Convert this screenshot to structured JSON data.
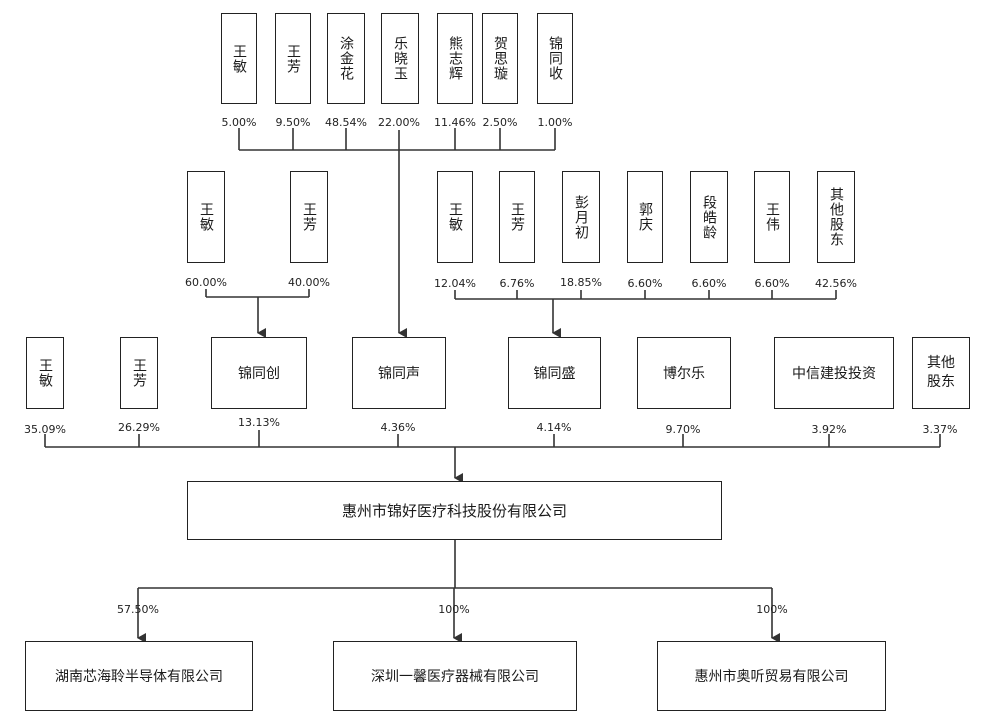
{
  "top_shareholders": [
    {
      "name": "王敏",
      "pct": "5.00%"
    },
    {
      "name": "王芳",
      "pct": "9.50%"
    },
    {
      "name": "涂金花",
      "pct": "48.54%"
    },
    {
      "name": "乐晓玉",
      "pct": "22.00%"
    },
    {
      "name": "熊志辉",
      "pct": "11.46%"
    },
    {
      "name": "贺思璇",
      "pct": "2.50%"
    },
    {
      "name": "锦同收",
      "pct": "1.00%"
    }
  ],
  "chuang_holders": [
    {
      "name": "王敏",
      "pct": "60.00%"
    },
    {
      "name": "王芳",
      "pct": "40.00%"
    }
  ],
  "sheng_holders": [
    {
      "name": "王敏",
      "pct": "12.04%"
    },
    {
      "name": "王芳",
      "pct": "6.76%"
    },
    {
      "name": "彭月初",
      "pct": "18.85%"
    },
    {
      "name": "郭庆",
      "pct": "6.60%"
    },
    {
      "name": "段皓龄",
      "pct": "6.60%"
    },
    {
      "name": "王伟",
      "pct": "6.60%"
    },
    {
      "name": "其他股东",
      "pct": "42.56%"
    }
  ],
  "direct_shareholders": [
    {
      "name": "王敏",
      "pct": "35.09%"
    },
    {
      "name": "王芳",
      "pct": "26.29%"
    },
    {
      "name": "锦同创",
      "pct": "13.13%"
    },
    {
      "name": "锦同声",
      "pct": "4.36%"
    },
    {
      "name": "锦同盛",
      "pct": "4.14%"
    },
    {
      "name": "博尔乐",
      "pct": "9.70%"
    },
    {
      "name": "中信建投投资",
      "pct": "3.92%"
    },
    {
      "name": "其他股东",
      "pct": "3.37%"
    }
  ],
  "company": {
    "name": "惠州市锦好医疗科技股份有限公司"
  },
  "subsidiaries": [
    {
      "name": "湖南芯海聆半导体有限公司",
      "pct": "57.50%"
    },
    {
      "name": "深圳一馨医疗器械有限公司",
      "pct": "100%"
    },
    {
      "name": "惠州市奥听贸易有限公司",
      "pct": "100%"
    }
  ],
  "colors": {
    "line": "#333333",
    "border": "#222222",
    "text": "#1a1a1a"
  }
}
